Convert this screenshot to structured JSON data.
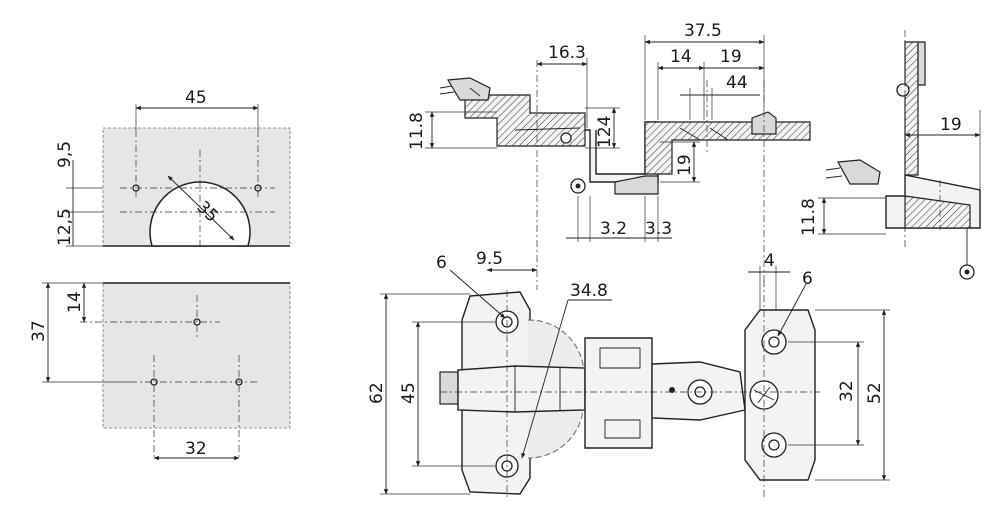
{
  "colors": {
    "line": "#222222",
    "plate": "#e6e6e6",
    "part": "#f3f3f3",
    "part_dark": "#d9d9d9"
  },
  "drilling": {
    "top": {
      "dim_45": "45",
      "dim_9_5": "9,5",
      "dim_12_5": "12,5",
      "dim_35": "35"
    },
    "bottom": {
      "dim_14": "14",
      "dim_37": "37",
      "dim_32": "32"
    }
  },
  "side_view": {
    "dim_37_5": "37.5",
    "dim_16_3": "16.3",
    "dim_14": "14",
    "dim_19_top": "19",
    "dim_44": "44",
    "dim_11_8": "11.8",
    "dim_124": "124",
    "dim_19_vert": "19",
    "dim_3_2": "3.2",
    "dim_3_3": "3.3"
  },
  "right_view": {
    "dim_19": "19",
    "dim_11_8": "11.8"
  },
  "top_view": {
    "dim_6_left": "6",
    "dim_9_5": "9.5",
    "dim_34_8": "34.8",
    "dim_62": "62",
    "dim_45": "45",
    "dim_4": "4",
    "dim_6_right": "6",
    "dim_32": "32",
    "dim_52": "52"
  }
}
